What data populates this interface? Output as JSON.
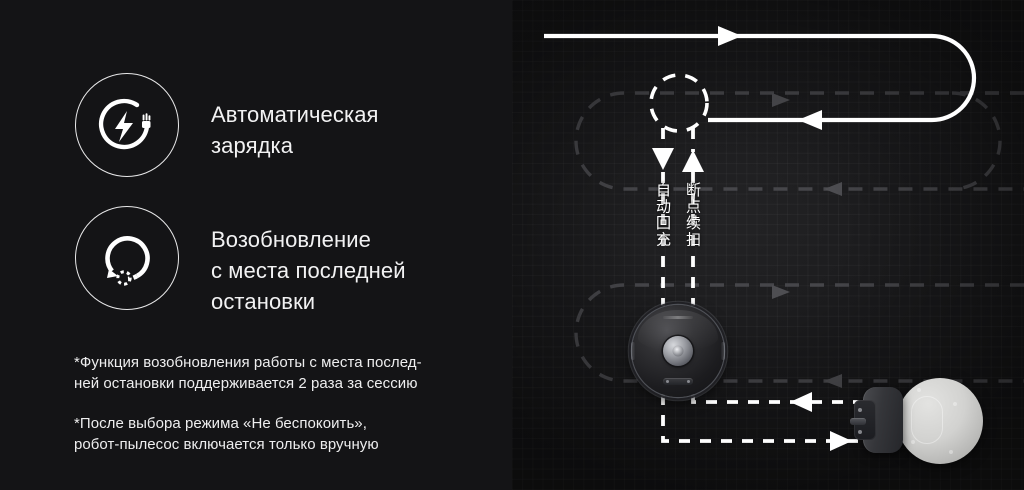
{
  "theme": {
    "left_background": "#141416",
    "right_background": "#1a1a1c",
    "text_color": "#f2f2f3",
    "accent_white": "#ffffff",
    "path_gray": "#4a4a4d",
    "dock_base_color": "#d2d2d0"
  },
  "left_panel": {
    "features": [
      {
        "icon": "auto-charge-icon",
        "label": "Автоматическая\nзарядка"
      },
      {
        "icon": "resume-cleaning-icon",
        "label": "Возобновление\nс места последней\nостановки"
      }
    ],
    "notes": [
      "*Функция возобновления работы с места послед-\nней остановки поддерживается 2 раза за сессию",
      "*После выбора режима «Не беспокоить»,\nробот-пылесос включается только вручную"
    ]
  },
  "diagram": {
    "labels": {
      "auto_recharge": "自动回充",
      "resume_scan": "断点续扫"
    },
    "devices": {
      "robot": "robot-vacuum",
      "dock": "charging-dock"
    },
    "paths": {
      "cleaning_route": "serpentine-gray-dashed",
      "active_route": "solid-white",
      "return_route": "white-dashed-down",
      "resume_route": "white-dashed-up",
      "breakpoint_marker": "dashed-circle"
    }
  }
}
